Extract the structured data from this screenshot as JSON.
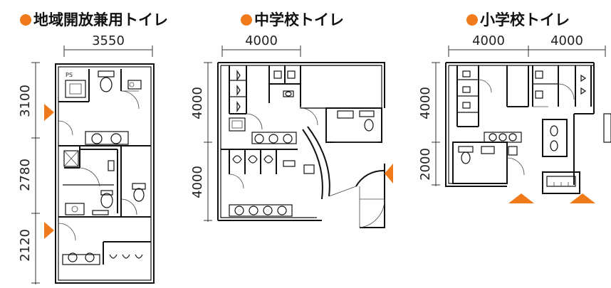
{
  "colors": {
    "accent": "#f07a1a",
    "line": "#111111"
  },
  "plans": [
    {
      "title": "地域開放兼用トイレ",
      "width_dim": "3550",
      "height_dims": [
        "3100",
        "2780",
        "2120"
      ],
      "ps_label": "PS"
    },
    {
      "title": "中学校トイレ",
      "width_dim": "4000",
      "height_dims": [
        "4000",
        "4000"
      ]
    },
    {
      "title": "小学校トイレ",
      "width_dims": [
        "4000",
        "4000"
      ],
      "height_dims": [
        "4000",
        "2000"
      ]
    }
  ]
}
